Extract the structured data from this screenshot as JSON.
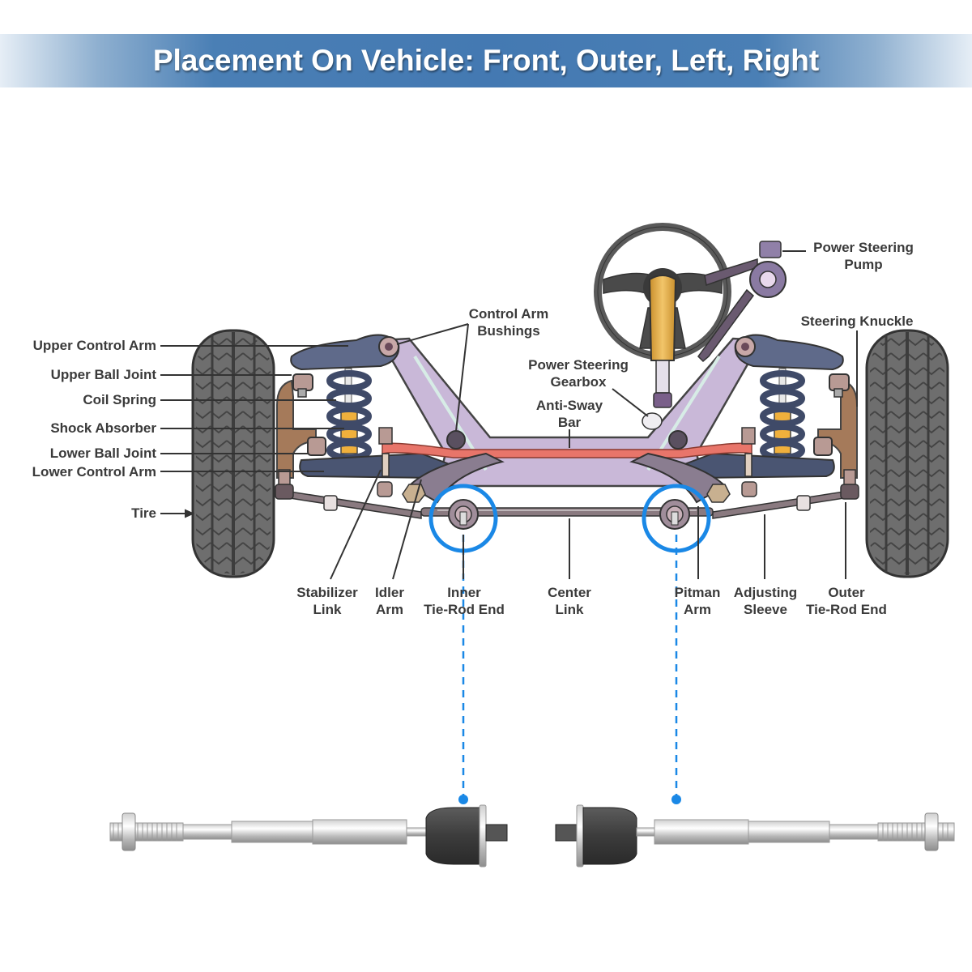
{
  "header": {
    "title": "Placement On Vehicle: Front, Outer, Left, Right"
  },
  "labels_left": [
    {
      "id": "upper-control-arm",
      "text": "Upper Control Arm"
    },
    {
      "id": "upper-ball-joint",
      "text": "Upper Ball Joint"
    },
    {
      "id": "coil-spring",
      "text": "Coil Spring"
    },
    {
      "id": "shock-absorber",
      "text": "Shock Absorber"
    },
    {
      "id": "lower-ball-joint",
      "text": "Lower Ball Joint"
    },
    {
      "id": "lower-control-arm",
      "text": "Lower Control Arm"
    },
    {
      "id": "tire",
      "text": "Tire"
    }
  ],
  "labels_top": {
    "control_arm_bushings": [
      "Control Arm",
      "Bushings"
    ],
    "power_steering_gearbox": [
      "Power Steering",
      "Gearbox"
    ],
    "anti_sway_bar": [
      "Anti-Sway",
      "Bar"
    ],
    "power_steering_pump": [
      "Power Steering",
      "Pump"
    ],
    "steering_knuckle": "Steering Knuckle"
  },
  "labels_bottom": [
    {
      "id": "stabilizer-link",
      "lines": [
        "Stabilizer",
        "Link"
      ]
    },
    {
      "id": "idler-arm",
      "lines": [
        "Idler",
        "Arm"
      ]
    },
    {
      "id": "inner-tie-rod-end",
      "lines": [
        "Inner",
        "Tie-Rod End"
      ]
    },
    {
      "id": "center-link",
      "lines": [
        "Center",
        "Link"
      ]
    },
    {
      "id": "pitman-arm",
      "lines": [
        "Pitman",
        "Arm"
      ]
    },
    {
      "id": "adjusting-sleeve",
      "lines": [
        "Adjusting",
        "Sleeve"
      ]
    },
    {
      "id": "outer-tie-rod-end",
      "lines": [
        "Outer",
        "Tie-Rod End"
      ]
    }
  ],
  "highlight": {
    "color": "#1a88e6",
    "count": 2
  },
  "colors": {
    "label_text": "#3a3a3a",
    "frame": "#c9b8d8",
    "control_arm": "#5f6a8a",
    "anti_sway_bar": "#e8756a",
    "shock": "#f0b03c",
    "spring": "#3f4a68",
    "tire": "#6e6e6e",
    "knuckle": "#a57a5a"
  }
}
